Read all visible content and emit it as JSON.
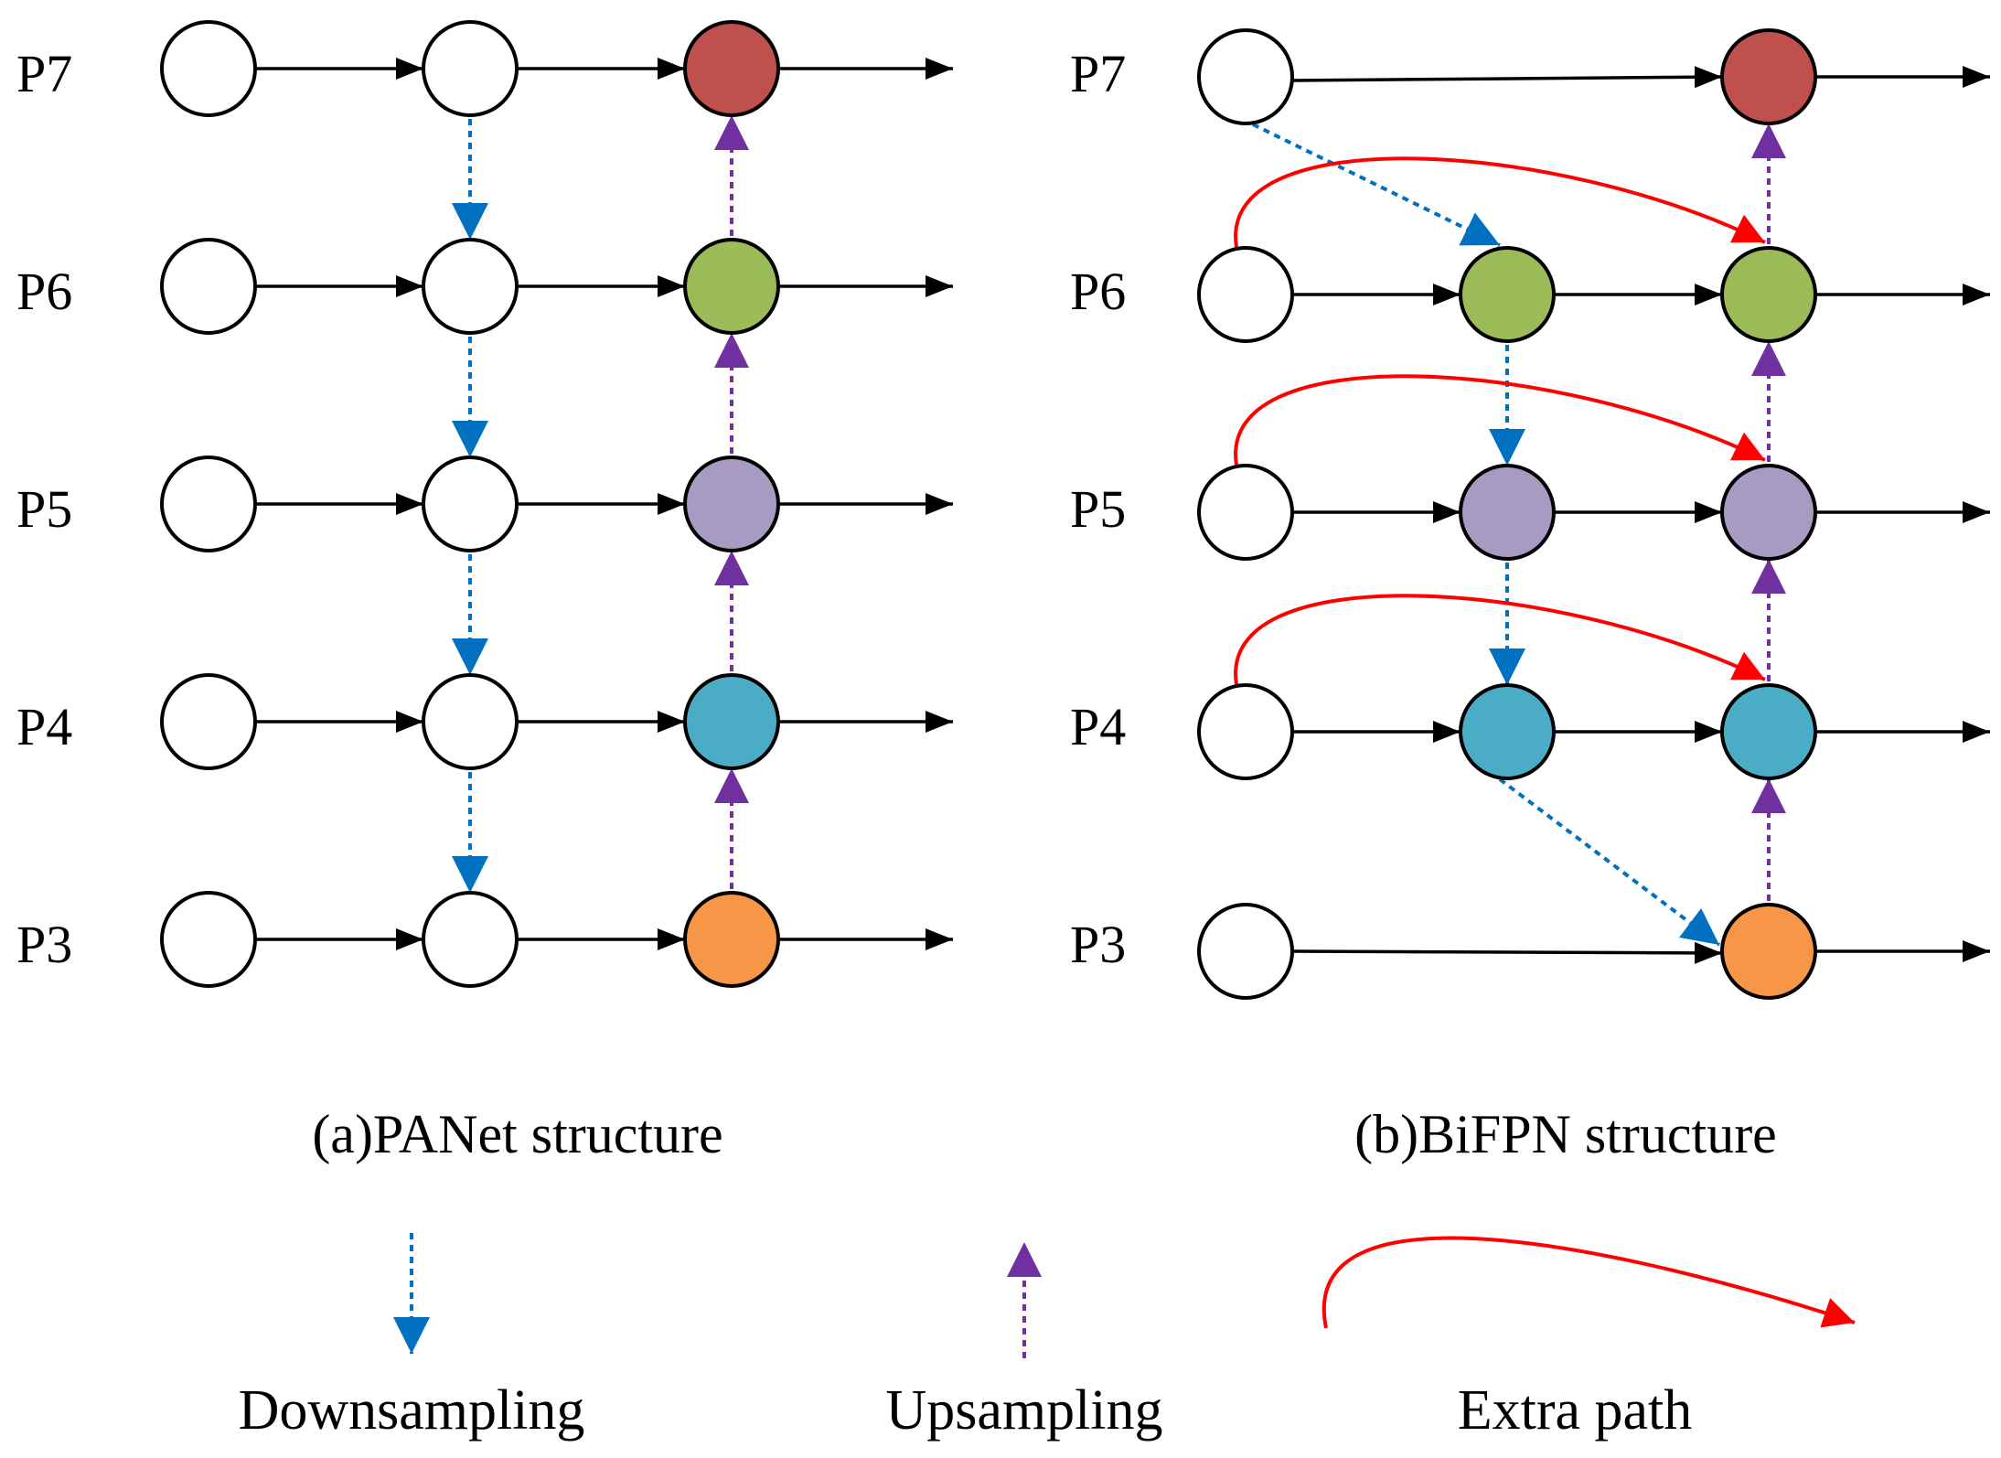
{
  "levels": [
    "P7",
    "P6",
    "P5",
    "P4",
    "P3"
  ],
  "captions": {
    "panet": "(a)PANet structure",
    "bifpn": "(b)BiFPN structure"
  },
  "legend": {
    "downsampling": "Downsampling",
    "upsampling": "Upsampling",
    "extra_path": "Extra path"
  },
  "colors": {
    "node_outline": "#000000",
    "P7": "#c0504d",
    "P6": "#9bbb59",
    "P5": "#a79bc1",
    "P4": "#4bacc6",
    "P3": "#f79646",
    "downsampling_arrow": "#0070c0",
    "upsampling_arrow": "#7030a0",
    "extra_path_arrow": "#ff0000"
  }
}
